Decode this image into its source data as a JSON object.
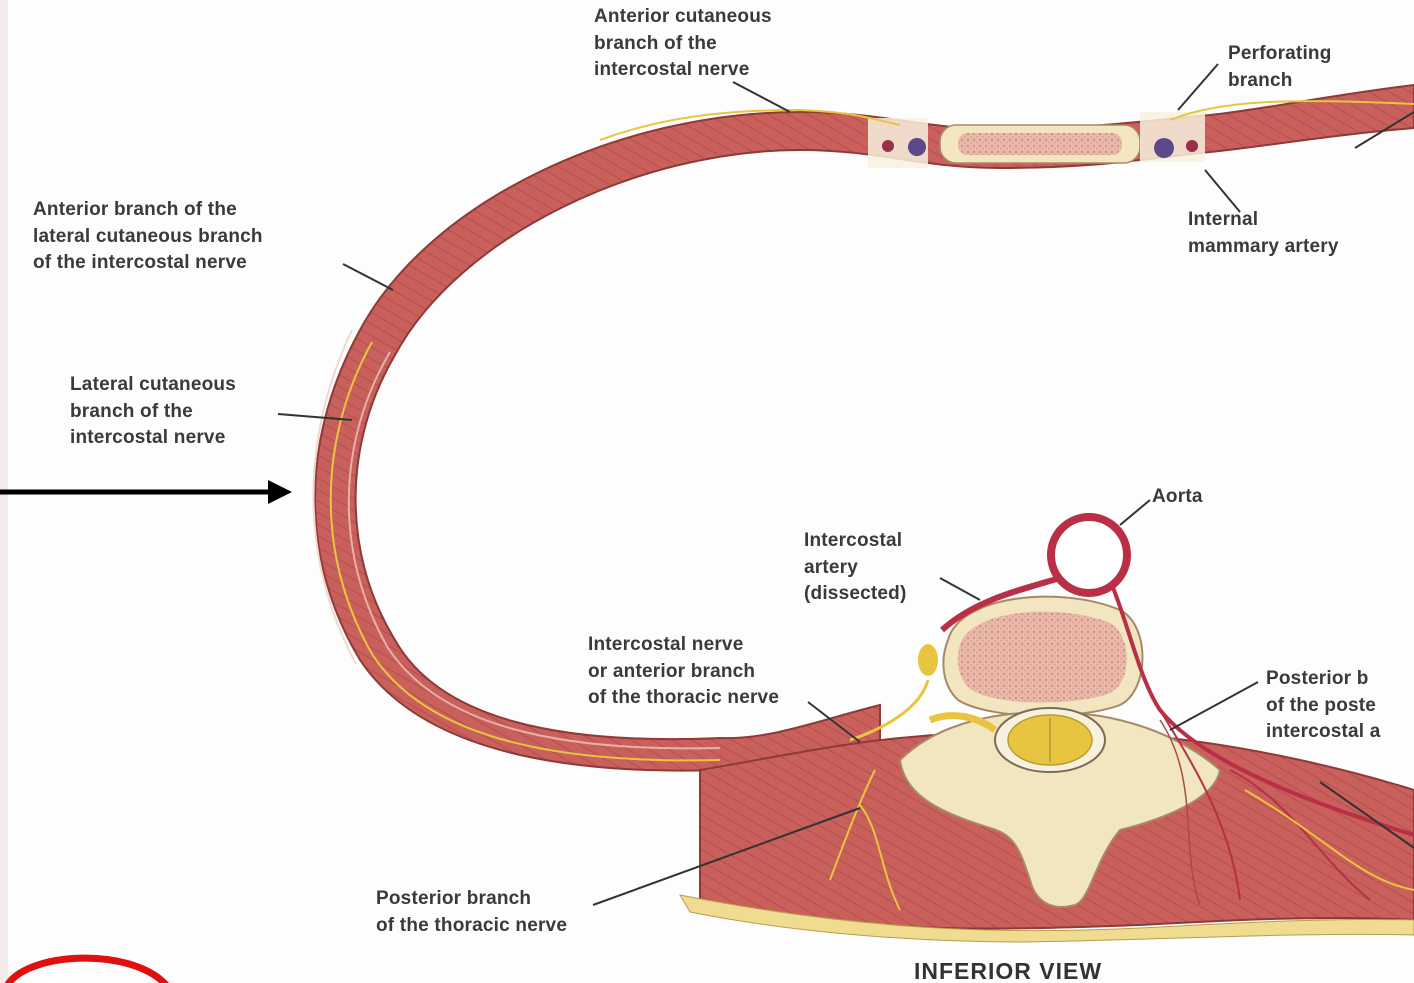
{
  "figure": {
    "view_label": "INFERIOR VIEW",
    "labels": {
      "anterior_cutaneous": [
        "Anterior cutaneous",
        "branch of the",
        "intercostal nerve"
      ],
      "perforating": [
        "Perforating",
        "branch"
      ],
      "internal_mammary": [
        "Internal",
        "mammary artery"
      ],
      "anterior_lateral": [
        "Anterior branch of the",
        "lateral cutaneous branch",
        "of the intercostal nerve"
      ],
      "lateral_cutaneous": [
        "Lateral cutaneous",
        "branch of the",
        "intercostal nerve"
      ],
      "aorta": [
        "Aorta"
      ],
      "intercostal_artery": [
        "Intercostal",
        "artery",
        "(dissected)"
      ],
      "intercostal_nerve": [
        "Intercostal nerve",
        "or anterior branch",
        "of the thoracic nerve"
      ],
      "posterior_branch_artery": [
        "Posterior b",
        "of the poste",
        "intercostal a"
      ],
      "posterior_branch_thoracic": [
        "Posterior branch",
        "of the thoracic nerve"
      ]
    }
  },
  "colors": {
    "muscle": "#c9605c",
    "muscle_dark": "#a84a48",
    "nerve": "#e8c540",
    "artery": "#b82f46",
    "bone": "#f1e6bf",
    "marrow": "#e6b0a2",
    "fat": "#f0dc90",
    "arrow": "#000000",
    "annotation_circle": "#e01010"
  }
}
